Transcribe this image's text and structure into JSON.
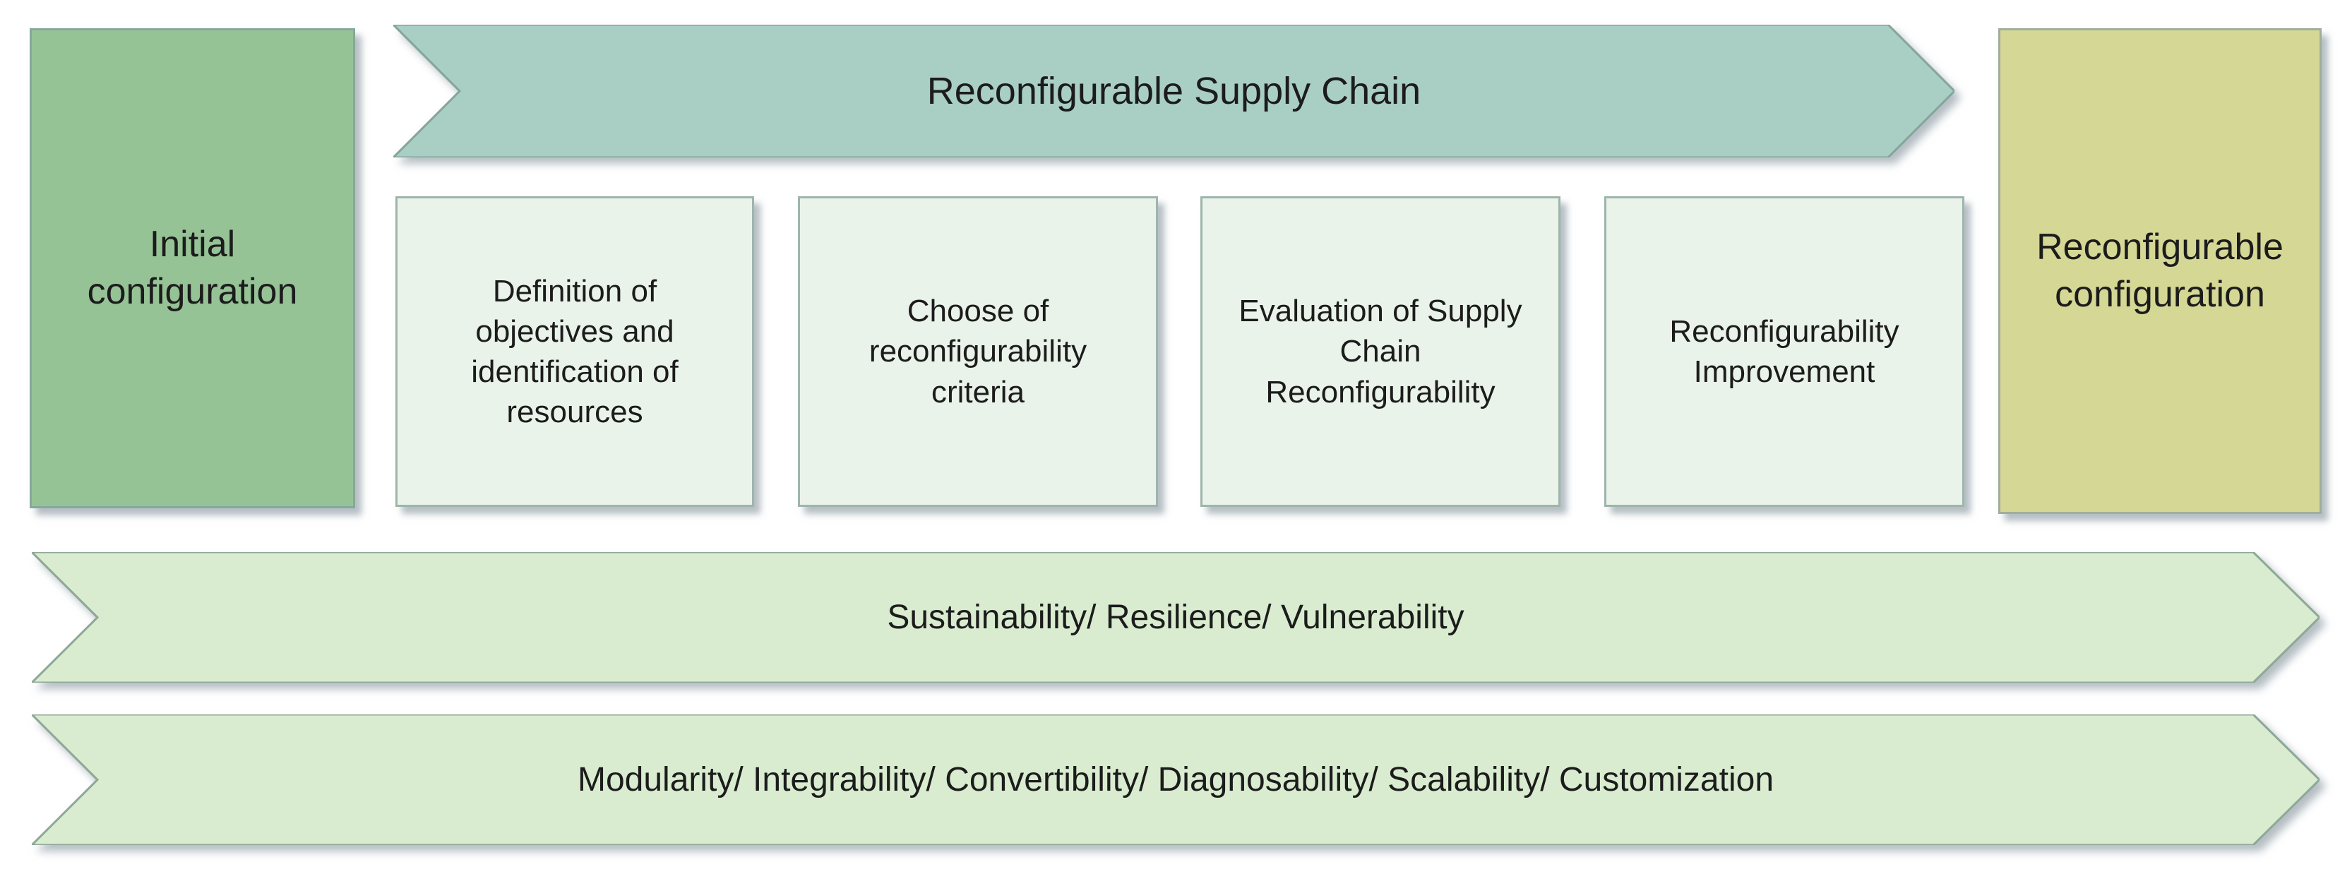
{
  "diagram": {
    "title_banner": {
      "label": "Reconfigurable Supply Chain",
      "fill": "#a9cfc5"
    },
    "initial_box": {
      "label": "Initial configuration",
      "fill": "#96c396"
    },
    "result_box": {
      "label": "Reconfigurable configuration",
      "fill": "#d5d795"
    },
    "steps": [
      {
        "label": "Definition of objectives and identification of resources"
      },
      {
        "label": "Choose of reconfigurability criteria"
      },
      {
        "label": "Evaluation of Supply Chain Reconfigurability"
      },
      {
        "label": "Reconfigurability Improvement"
      }
    ],
    "criteria_arrows": [
      {
        "label": "Sustainability/ Resilience/ Vulnerability",
        "fill": "#d9ecd0"
      },
      {
        "label": "Modularity/ Integrability/ Convertibility/ Diagnosability/ Scalability/ Customization",
        "fill": "#d9ecd0"
      }
    ],
    "colors": {
      "step_box_fill": "#eaf3ea",
      "step_box_border": "#9eb5ac",
      "text": "#1c1c1c",
      "shadow": "#768692"
    }
  }
}
